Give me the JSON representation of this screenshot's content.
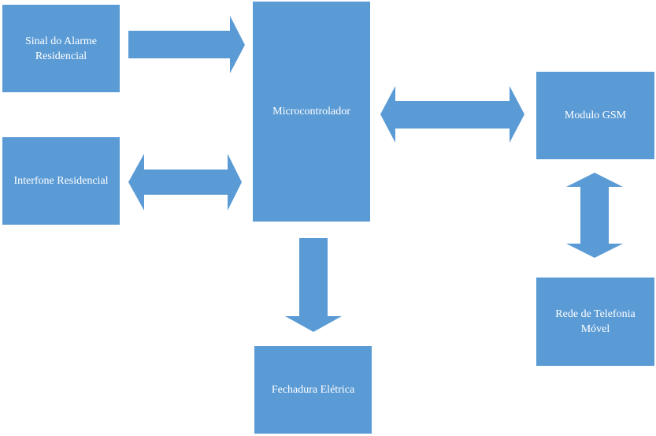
{
  "colors": {
    "box_fill": "#5b9bd5",
    "arrow_fill": "#5b9bd5",
    "text": "#ffffff",
    "background": "#ffffff"
  },
  "nodes": {
    "alarme": "Sinal do Alarme\nResidencial",
    "interfone": "Interfone Residencial",
    "microcontrolador": "Microcontrolador",
    "gsm": "Modulo GSM",
    "fechadura": "Fechadura Elétrica",
    "rede": "Rede de Telefonia\nMóvel"
  },
  "connections": [
    {
      "from": "alarme",
      "to": "microcontrolador",
      "direction": "one-way"
    },
    {
      "from": "interfone",
      "to": "microcontrolador",
      "direction": "two-way"
    },
    {
      "from": "microcontrolador",
      "to": "gsm",
      "direction": "two-way"
    },
    {
      "from": "microcontrolador",
      "to": "fechadura",
      "direction": "one-way"
    },
    {
      "from": "gsm",
      "to": "rede",
      "direction": "two-way"
    }
  ]
}
